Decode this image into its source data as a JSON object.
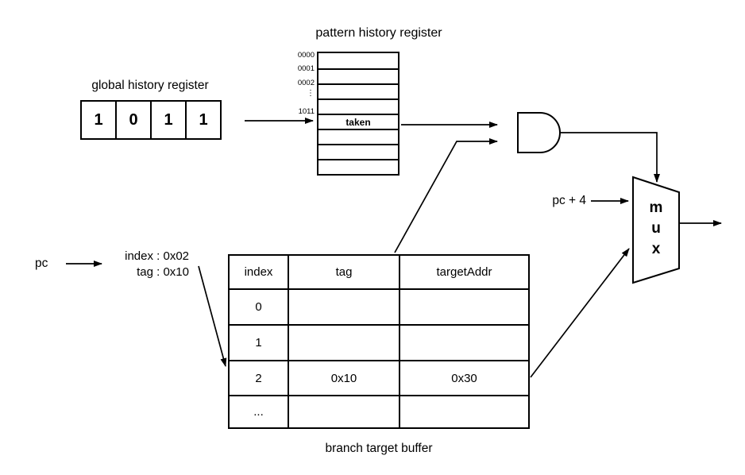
{
  "diagram": {
    "background": "#ffffff",
    "ink": "#000000",
    "ghr": {
      "title": "global history register",
      "bits": [
        "1",
        "0",
        "1",
        "1"
      ]
    },
    "phr": {
      "title": "pattern history register",
      "index_labels": [
        "0000",
        "0001",
        "0002",
        "⋮",
        "1011"
      ],
      "entry_value": "taken"
    },
    "pc": {
      "label": "pc",
      "index_line": "index : 0x02",
      "tag_line": "tag : 0x10"
    },
    "btb": {
      "title": "branch target buffer",
      "columns": [
        "index",
        "tag",
        "targetAddr"
      ],
      "rows": [
        [
          "0",
          "",
          ""
        ],
        [
          "1",
          "",
          ""
        ],
        [
          "2",
          "0x10",
          "0x30"
        ],
        [
          "...",
          "",
          ""
        ]
      ]
    },
    "mux": {
      "letters": [
        "m",
        "u",
        "x"
      ],
      "pc_plus_4_label": "pc + 4"
    }
  }
}
